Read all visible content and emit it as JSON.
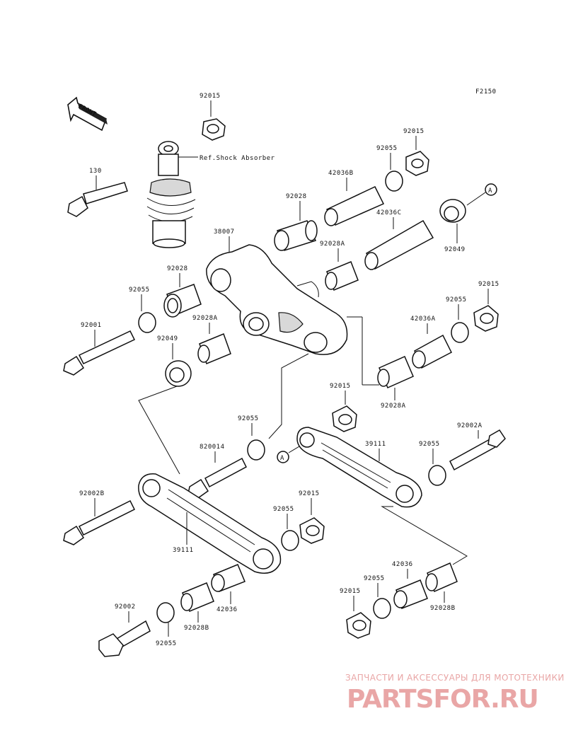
{
  "figure_code": "F2150",
  "front_label": "FRONT",
  "ref_label": "Ref.Shock Absorber",
  "ref_marker": "A",
  "watermark": {
    "tagline": "ЗАПЧАСТИ И АКСЕССУАРЫ ДЛЯ МОТОТЕХНИКИ",
    "logo": "PARTSFOR.RU",
    "color": "#e9a6a6"
  },
  "part_labels": {
    "p01": "92015",
    "p02": "130",
    "p03": "92015",
    "p04": "92055",
    "p05": "42036B",
    "p06": "92028",
    "p07": "42036C",
    "p08": "92049",
    "p09": "38007",
    "p10": "92028A",
    "p11": "92028",
    "p12": "92055",
    "p13": "92015",
    "p14": "92055",
    "p15": "92001",
    "p16": "92028A",
    "p17": "42036A",
    "p18": "92049",
    "p19": "92028A",
    "p20": "92015",
    "p21": "92055",
    "p22": "92002A",
    "p23": "820014",
    "p24": "39111",
    "p25": "92055",
    "p26": "92002B",
    "p27": "92015",
    "p28": "92055",
    "p29": "39111",
    "p30": "42036",
    "p31": "92055",
    "p32": "92002",
    "p33": "42036",
    "p34": "92028B",
    "p35": "92015",
    "p36": "92028B",
    "p37": "92055"
  }
}
